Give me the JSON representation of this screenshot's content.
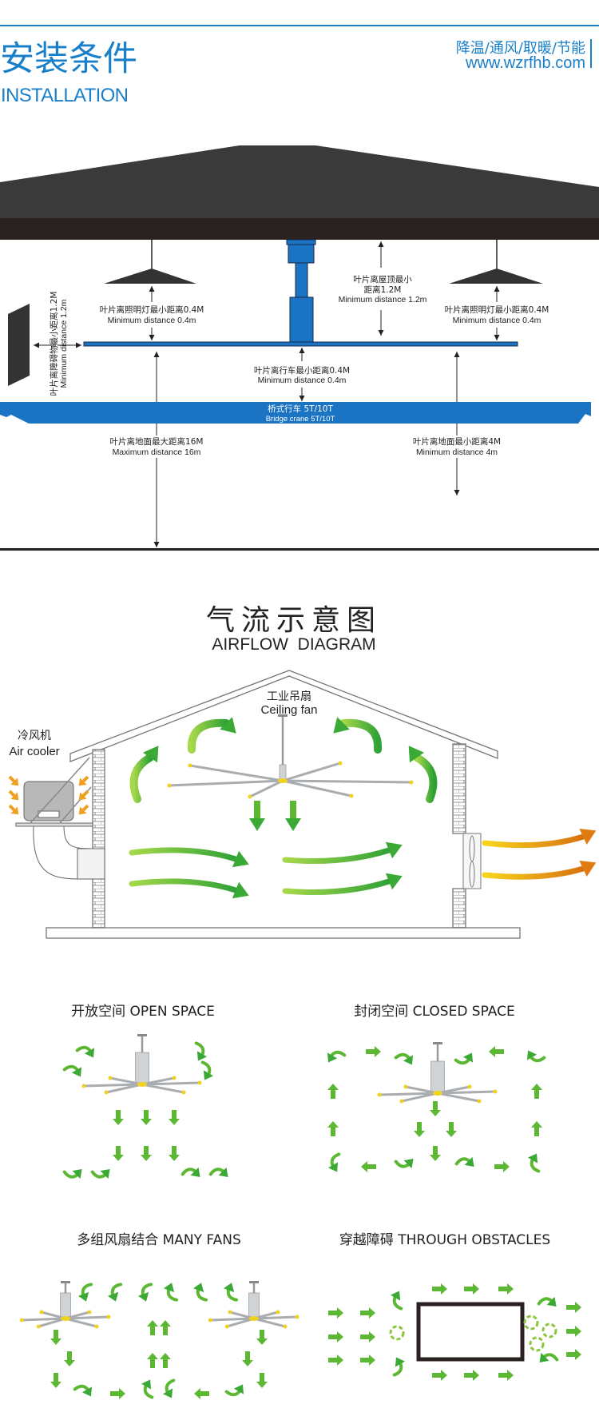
{
  "header": {
    "title_cn": "安装条件",
    "title_en": "INSTALLATION",
    "slogan": "降温/通风/取暖/节能",
    "website": "www.wzrfhb.com"
  },
  "installation": {
    "lamp_left": {
      "cn": "叶片离照明灯最小距离0.4M",
      "en": "Minimum distance 0.4m"
    },
    "lamp_right": {
      "cn": "叶片离照明灯最小距离0.4M",
      "en": "Minimum distance 0.4m"
    },
    "roof": {
      "cn_line1": "叶片离屋顶最小",
      "cn_line2": "距离1.2M",
      "en": "Minimum distance 1.2m"
    },
    "obstacle": {
      "cn": "叶片离障碍物最小距离1.2M",
      "en": "Minimum distance 1.2m"
    },
    "crane_gap": {
      "cn": "叶片离行车最小距离0.4M",
      "en": "Minimum distance 0.4m"
    },
    "crane": {
      "cn": "桥式行车  5T/10T",
      "en": "Bridge crane 5T/10T"
    },
    "ground_max": {
      "cn": "叶片离地面最大距离16M",
      "en": "Maximum distance 16m"
    },
    "ground_min": {
      "cn": "叶片离地面最小距离4M",
      "en": "Minimum distance  4m"
    }
  },
  "airflow": {
    "title_cn": "气流示意图",
    "title_en": "AIRFLOW  DIAGRAM",
    "fan_cn": "工业吊扇",
    "fan_en": "Ceiling fan",
    "cooler_cn": "冷风机",
    "cooler_en": "Air cooler"
  },
  "modes": [
    {
      "label": "开放空间 OPEN SPACE"
    },
    {
      "label": "封闭空间 CLOSED SPACE"
    },
    {
      "label": "多组风扇结合 MANY FANS"
    },
    {
      "label": "穿越障碍 THROUGH OBSTACLES"
    }
  ],
  "colors": {
    "brand_blue": "#1a7fc9",
    "structure_blue": "#1b73c4",
    "roof_dark": "#333333",
    "airflow_green": "#5cb833",
    "exhaust_orange": "#f0a020",
    "blade_tip_yellow": "#f2d21b"
  }
}
